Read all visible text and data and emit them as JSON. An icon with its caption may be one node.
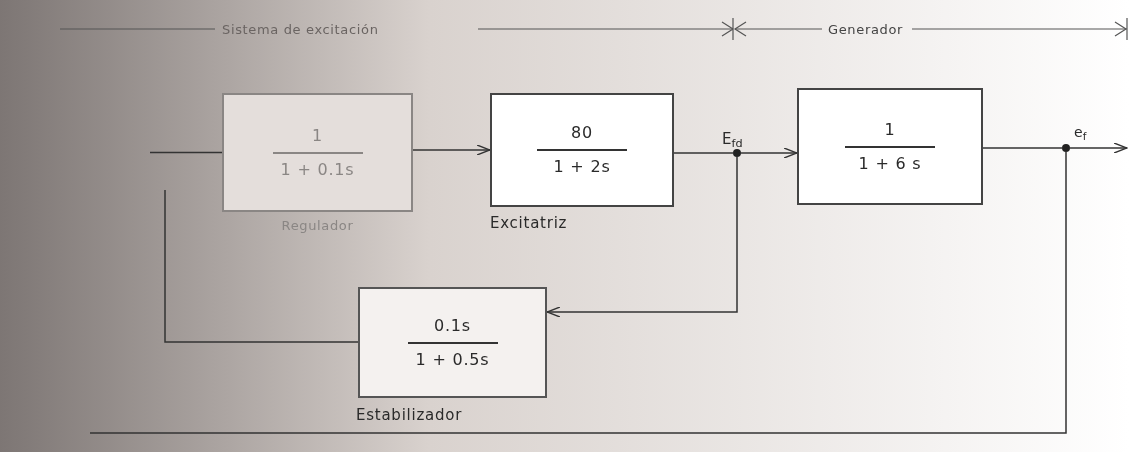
{
  "diagram": {
    "nodes": [
      {
        "text": [
          "1",
          "1 + 0.1s"
        ],
        "beside": [
          "Regulador"
        ]
      },
      {
        "text": [
          "80",
          "1 + 2s"
        ],
        "beside": [
          "Excitatriz"
        ]
      },
      {
        "text": [],
        "shape": "circle",
        "beside": [
          "E$_{fd}$"
        ]
      },
      {
        "text": [
          "1",
          "1 + 6 s"
        ]
      },
      {
        "text": [],
        "shape": "circle",
        "beside": [
          "e$_{f}$"
        ]
      },
      {
        "text": [
          "0.1s",
          "1 + 0.5s"
        ],
        "beside": [
          "Estabilizador"
        ]
      }
    ],
    "edges": [
      {
        "from": null,
        "to": 0,
        "arrow": "none"
      },
      {
        "from": 0,
        "to": 1,
        "arrow": "to"
      },
      {
        "from": 1,
        "to": 2,
        "arrow": "none"
      },
      {
        "from": 2,
        "to": 3,
        "arrow": "to"
      },
      {
        "from": 3,
        "to": 4,
        "arrow": "none"
      },
      {
        "from": 4,
        "to": null,
        "arrow": "to"
      },
      {
        "from": 2,
        "to": 5,
        "arrow": "to"
      },
      {
        "from": 5,
        "to": null,
        "arrow": "none"
      },
      {
        "from": 4,
        "to": null,
        "arrow": "none"
      }
    ],
    "labels": [
      "Sistema de excitación",
      "Generador"
    ]
  }
}
